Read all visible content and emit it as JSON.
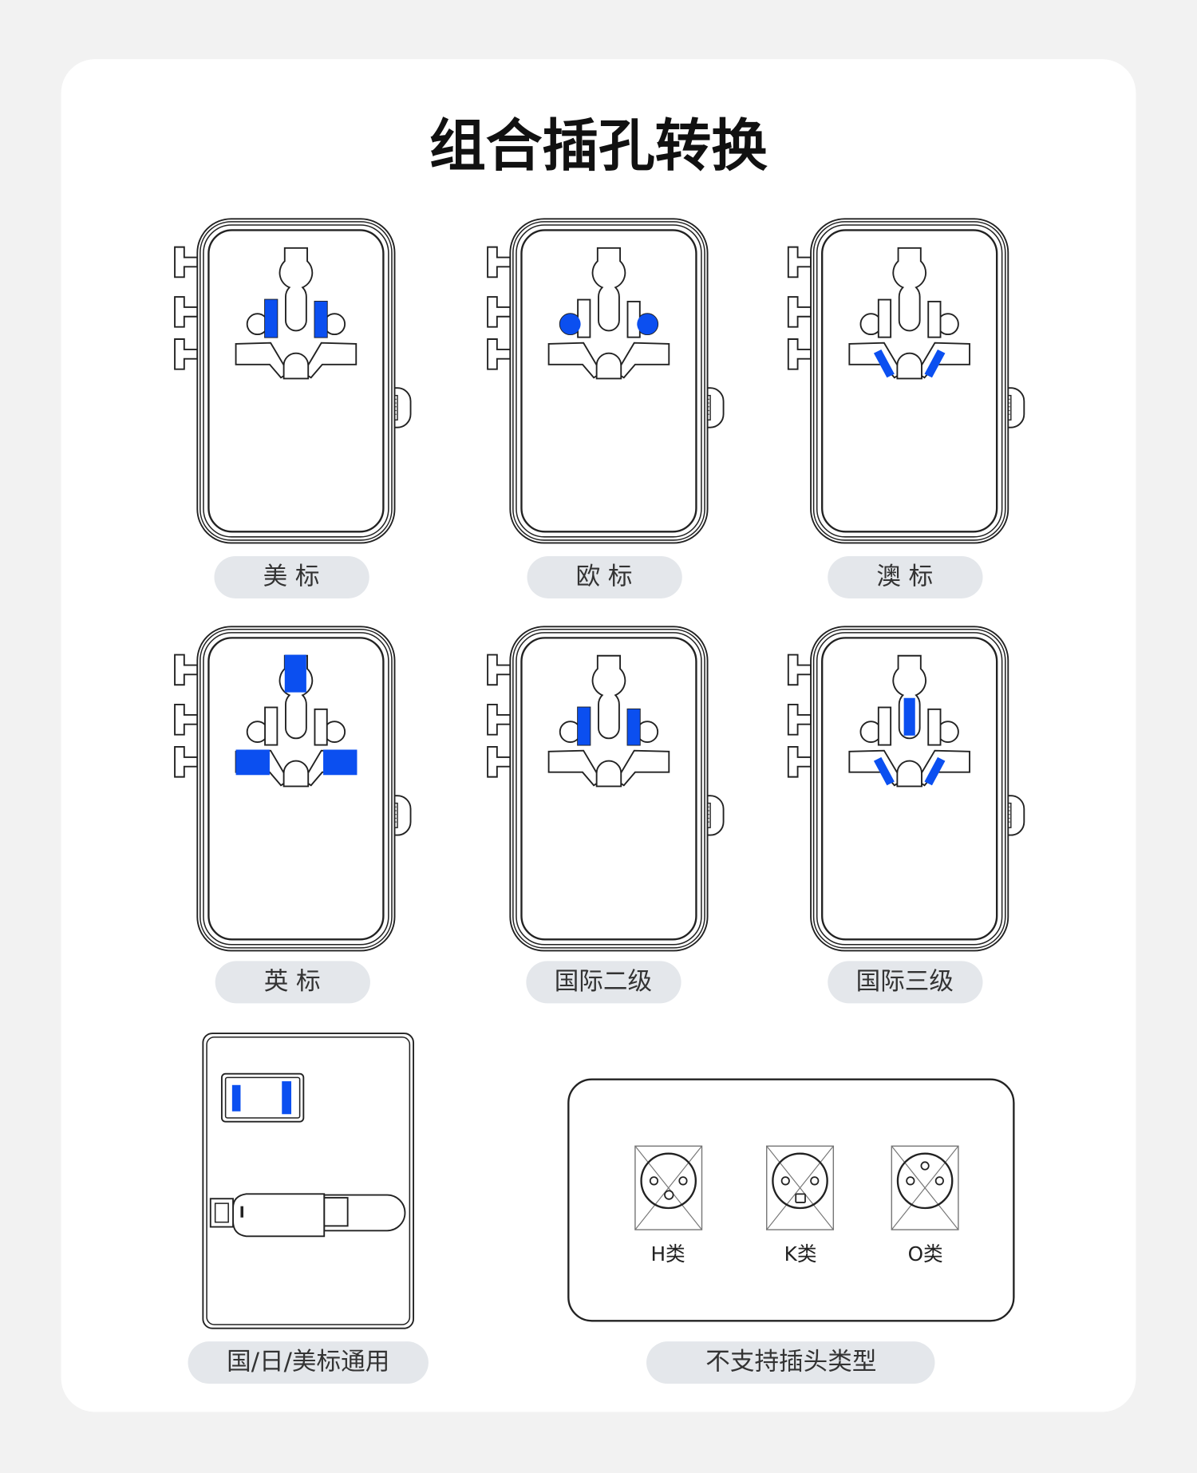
{
  "title": "组合插孔转换",
  "colors": {
    "accent": "#0b4ff0",
    "background": "#f2f2f2",
    "card": "#ffffff",
    "pill": "#e4e7eb"
  },
  "sockets": [
    {
      "label": "美 标",
      "highlight": "us"
    },
    {
      "label": "欧 标",
      "highlight": "eu"
    },
    {
      "label": "澳 标",
      "highlight": "au"
    },
    {
      "label": "英 标",
      "highlight": "uk"
    },
    {
      "label": "国际二级",
      "highlight": "intl2"
    },
    {
      "label": "国际三级",
      "highlight": "intl3"
    }
  ],
  "universal": {
    "label": "国/日/美标通用"
  },
  "unsupported": {
    "label": "不支持插头类型",
    "types": [
      "H类",
      "K类",
      "O类"
    ]
  }
}
